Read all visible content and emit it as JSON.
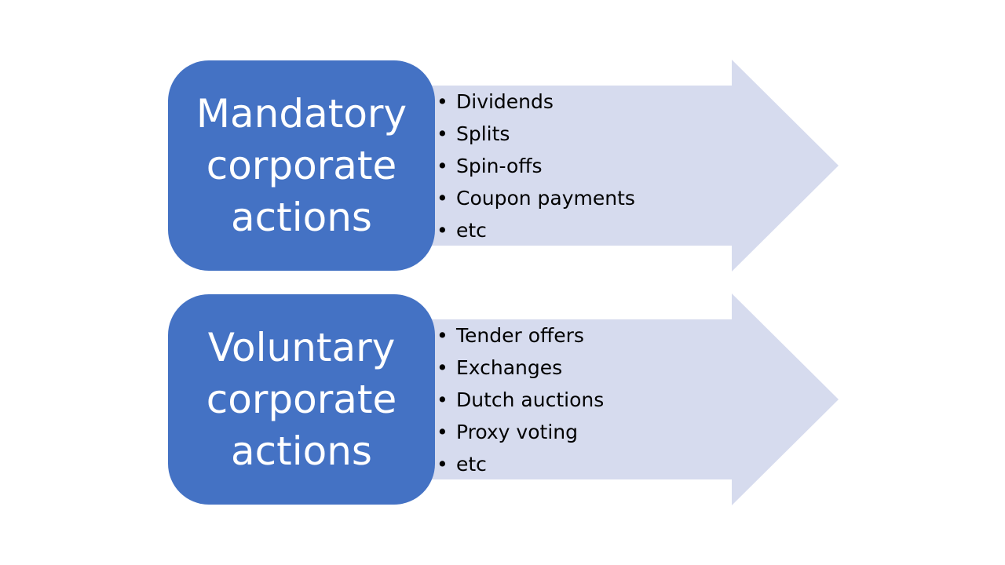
{
  "colors": {
    "box_fill": "#4472c4",
    "arrow_fill": "#d6dbee",
    "box_text": "#ffffff",
    "bullet_text": "#000000"
  },
  "diagram": {
    "groups": [
      {
        "title": "Mandatory\ncorporate\nactions",
        "items": [
          "Dividends",
          "Splits",
          "Spin-offs",
          "Coupon payments",
          "etc"
        ]
      },
      {
        "title": "Voluntary\ncorporate\nactions",
        "items": [
          "Tender offers",
          "Exchanges",
          "Dutch auctions",
          "Proxy voting",
          "etc"
        ]
      }
    ]
  }
}
